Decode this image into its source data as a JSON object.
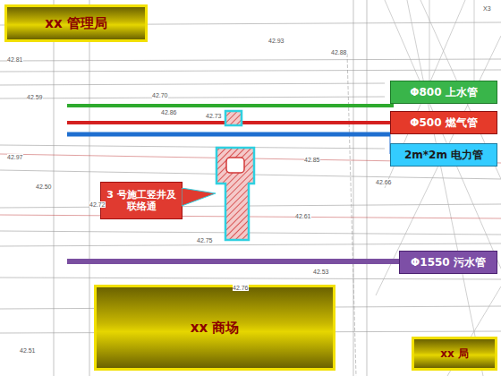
{
  "diagram": {
    "nodes": [
      {
        "text": [
          "xx 管理局"
        ]
      },
      {
        "text": [
          "Φ800 上水管"
        ]
      },
      {
        "text": [
          "Φ500 燃气管"
        ]
      },
      {
        "text": [
          "2m*2m 电力管"
        ]
      },
      {
        "text": [
          "3 号施工竖井及联络通"
        ]
      },
      {
        "text": [
          "Φ1550 污水管"
        ]
      },
      {
        "text": [
          "xx 商场"
        ]
      },
      {
        "text": [
          "xx 局"
        ]
      }
    ],
    "labels": [
      "42.81",
      "42.59",
      "42.70",
      "42.73",
      "42.86",
      "42.97",
      "42.75",
      "42.61",
      "42.76",
      "42.50",
      "42.51",
      "42.66",
      "42.88",
      "42.93",
      "42.85",
      "X3",
      "42.72",
      "42.53"
    ]
  }
}
